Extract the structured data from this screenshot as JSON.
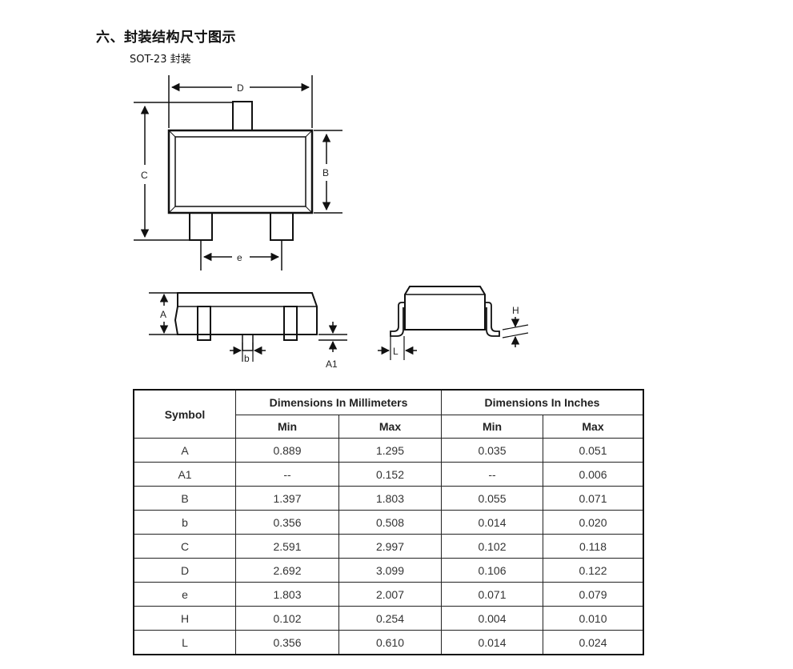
{
  "heading": "六、封装结构尺寸图示",
  "subheading": "SOT-23 封装",
  "drawing_labels": {
    "D": "D",
    "C": "C",
    "B": "B",
    "e": "e",
    "A": "A",
    "A1": "A1",
    "b": "b",
    "L": "L",
    "H": "H"
  },
  "table": {
    "symbol_header": "Symbol",
    "mm_header": "Dimensions In Millimeters",
    "in_header": "Dimensions In Inches",
    "sub_headers": [
      "Min",
      "Max",
      "Min",
      "Max"
    ],
    "rows": [
      {
        "symbol": "A",
        "mm_min": "0.889",
        "mm_max": "1.295",
        "in_min": "0.035",
        "in_max": "0.051"
      },
      {
        "symbol": "A1",
        "mm_min": "--",
        "mm_max": "0.152",
        "in_min": "--",
        "in_max": "0.006"
      },
      {
        "symbol": "B",
        "mm_min": "1.397",
        "mm_max": "1.803",
        "in_min": "0.055",
        "in_max": "0.071"
      },
      {
        "symbol": "b",
        "mm_min": "0.356",
        "mm_max": "0.508",
        "in_min": "0.014",
        "in_max": "0.020"
      },
      {
        "symbol": "C",
        "mm_min": "2.591",
        "mm_max": "2.997",
        "in_min": "0.102",
        "in_max": "0.118"
      },
      {
        "symbol": "D",
        "mm_min": "2.692",
        "mm_max": "3.099",
        "in_min": "0.106",
        "in_max": "0.122"
      },
      {
        "symbol": "e",
        "mm_min": "1.803",
        "mm_max": "2.007",
        "in_min": "0.071",
        "in_max": "0.079"
      },
      {
        "symbol": "H",
        "mm_min": "0.102",
        "mm_max": "0.254",
        "in_min": "0.004",
        "in_max": "0.010"
      },
      {
        "symbol": "L",
        "mm_min": "0.356",
        "mm_max": "0.610",
        "in_min": "0.014",
        "in_max": "0.024"
      }
    ]
  }
}
